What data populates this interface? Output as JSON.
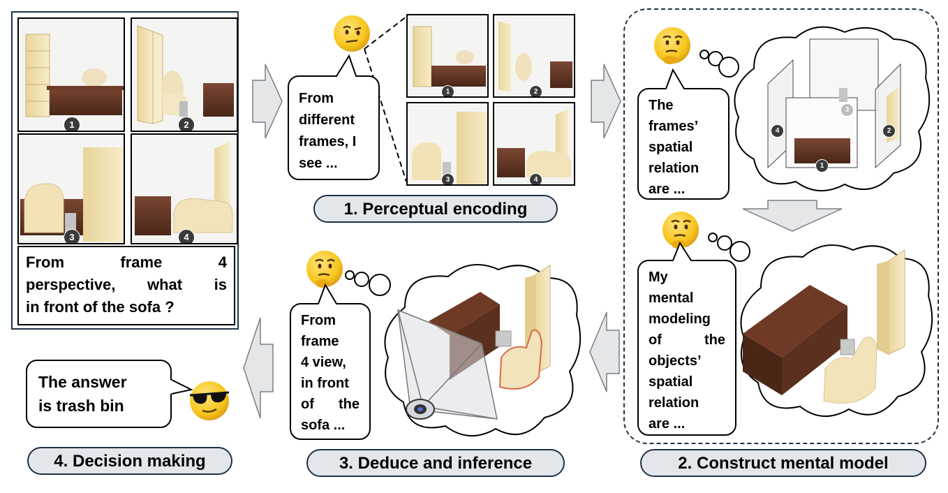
{
  "frame_numbers": [
    "1",
    "2",
    "3",
    "4"
  ],
  "question": {
    "lines": [
      "From frame 4",
      "perspective, what is",
      "in front of the sofa ?"
    ]
  },
  "perceptual": {
    "bubble_lines": [
      "From",
      "different",
      "frames, I",
      "see ..."
    ],
    "label": "1. Perceptual encoding"
  },
  "construct": {
    "bubble1_lines": [
      "The",
      "frames’",
      "spatial",
      "relation",
      "are ..."
    ],
    "bubble2_lines": [
      "My",
      "mental",
      "modeling",
      "of the",
      "objects’",
      "spatial",
      "relation",
      "are ..."
    ],
    "label": "2. Construct mental model"
  },
  "deduce": {
    "bubble_lines": [
      "From",
      "frame",
      "4 view,",
      "in front",
      "of the",
      "sofa ..."
    ],
    "label": "3. Deduce and inference"
  },
  "decision": {
    "bubble_lines": [
      "The answer",
      "is trash bin"
    ],
    "label": "4. Decision making"
  },
  "colors": {
    "arrow_fill": "#e4e6e8",
    "label_fill": "#e3e6ea",
    "label_border": "#1d3246",
    "emoji_yellow": "#f7c51e",
    "shelf": "#f0dca8",
    "desk": "#5e3322"
  },
  "icons": [
    "thinking-face-icon",
    "sunglasses-face-icon",
    "thought-cloud-icon",
    "camera-icon"
  ]
}
